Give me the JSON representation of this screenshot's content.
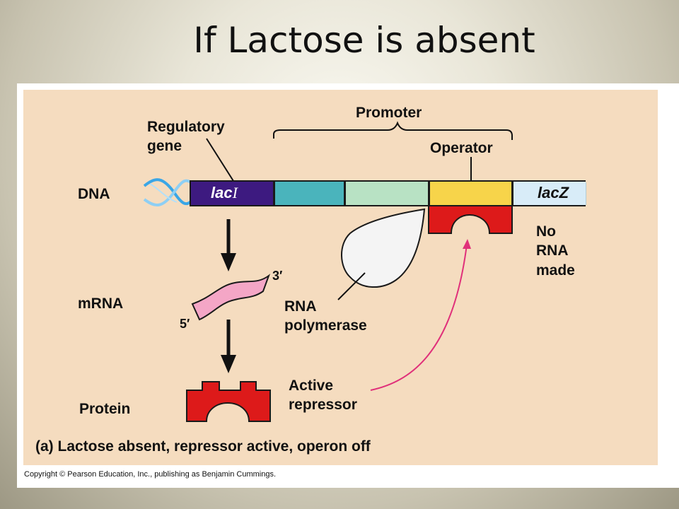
{
  "slide": {
    "title": "If Lactose is absent"
  },
  "figure": {
    "labels": {
      "promoter": "Promoter",
      "operator": "Operator",
      "regulatory_gene_line1": "Regulatory",
      "regulatory_gene_line2": "gene",
      "dna": "DNA",
      "mrna": "mRNA",
      "protein": "Protein",
      "rna_polymerase_line1": "RNA",
      "rna_polymerase_line2": "polymerase",
      "active_repressor_line1": "Active",
      "active_repressor_line2": "repressor",
      "no_rna_line1": "No",
      "no_rna_line2": "RNA",
      "no_rna_line3": "made",
      "prime_3": "3′",
      "prime_5": "5′"
    },
    "genes": {
      "laci_prefix": "lac",
      "laci_suffix": "I",
      "lacz": "lacZ"
    },
    "caption": "(a) Lactose absent, repressor active, operon off",
    "copyright": "Copyright © Pearson Education, Inc., publishing as Benjamin Cummings.",
    "colors": {
      "laci": "#3d1a80",
      "promoter_a": "#4ab4bc",
      "promoter_b": "#b8e2c4",
      "operator": "#f7d44a",
      "lacz": "#d8ecf8",
      "repressor": "#dd1a1a",
      "mrna": "#f4a6c6",
      "polymerase": "#f4f4f4",
      "dna_helix": "#3aa6e6",
      "pink_arrow": "#e0307a"
    }
  }
}
